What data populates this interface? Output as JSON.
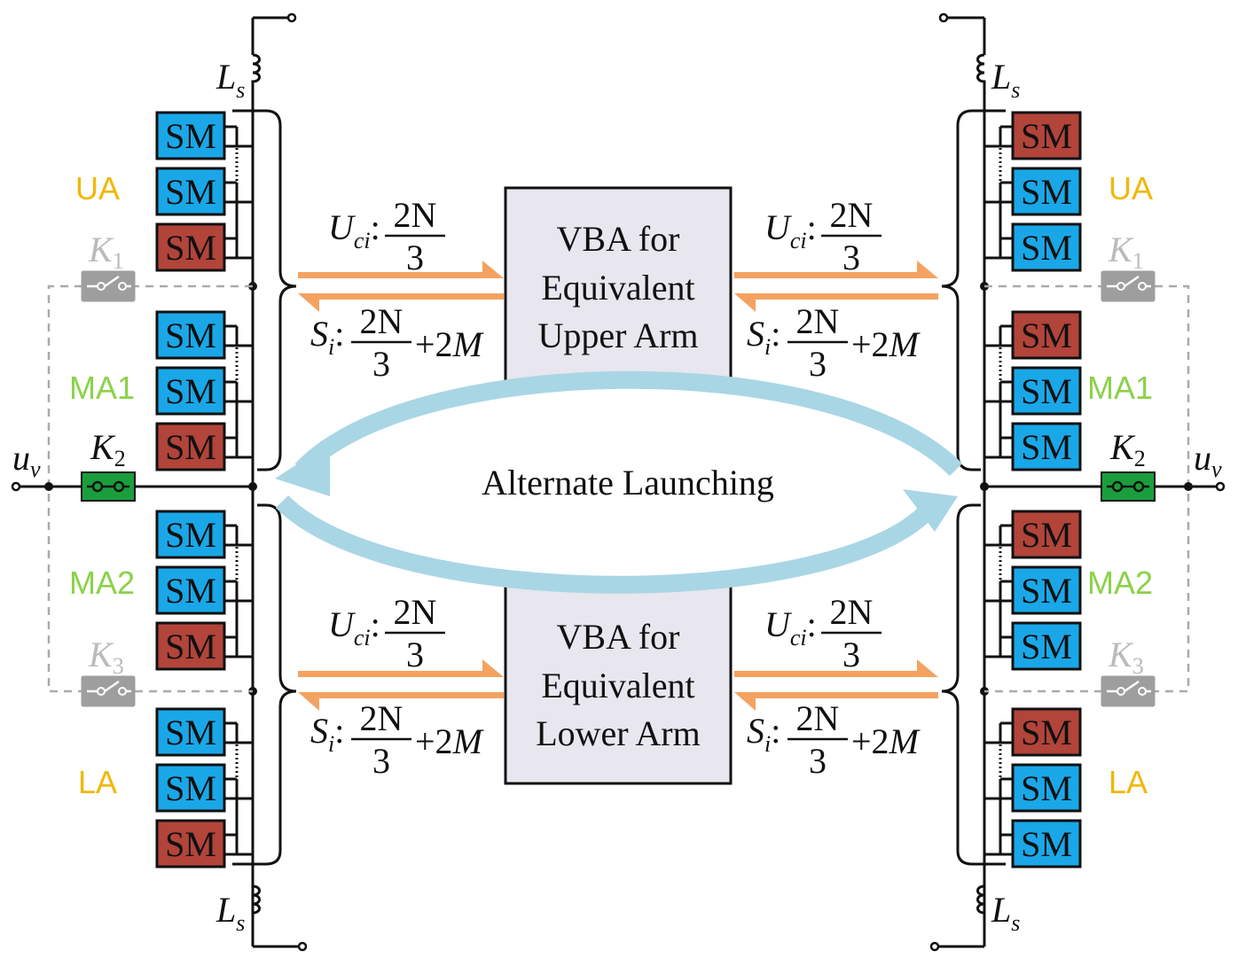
{
  "colors": {
    "sm_blue": "#1aa7e8",
    "sm_red": "#b2443a",
    "arrow_orange": "#f4a261",
    "launch_arrow": "#a9d6e5",
    "label_yellow": "#f2b705",
    "label_green": "#8cd14a",
    "switch_gray": "#9e9e9e",
    "switch_green": "#1a9e3c",
    "vba_fill": "#e8e6ee"
  },
  "sm_label": "SM",
  "arm_labels": {
    "ua": "UA",
    "ma1": "MA1",
    "ma2": "MA2",
    "la": "LA"
  },
  "inductor": {
    "symbol": "L",
    "sub": "s"
  },
  "switches": {
    "k1": {
      "symbol": "K",
      "sub": "1"
    },
    "k2": {
      "symbol": "K",
      "sub": "2"
    },
    "k3": {
      "symbol": "K",
      "sub": "3"
    }
  },
  "output": {
    "symbol": "u",
    "sub": "v"
  },
  "vba_upper": {
    "line1": "VBA for",
    "line2": "Equivalent",
    "line3": "Upper Arm"
  },
  "vba_lower": {
    "line1": "VBA for",
    "line2": "Equivalent",
    "line3": "Lower Arm"
  },
  "formula_u": {
    "symbol": "U",
    "sub": "ci",
    "colon": ":",
    "num": "2N",
    "den": "3"
  },
  "formula_s": {
    "symbol": "S",
    "sub": "i",
    "colon": ":",
    "num": "2N",
    "den": "3",
    "tail": "+2M"
  },
  "launch_label": "Alternate Launching",
  "left_modules": {
    "ua": [
      "blue",
      "blue",
      "red"
    ],
    "ma1": [
      "blue",
      "blue",
      "red"
    ],
    "ma2": [
      "blue",
      "blue",
      "red"
    ],
    "la": [
      "blue",
      "blue",
      "red"
    ]
  },
  "right_modules": {
    "ua": [
      "red",
      "blue",
      "blue"
    ],
    "ma1": [
      "red",
      "blue",
      "blue"
    ],
    "ma2": [
      "red",
      "blue",
      "blue"
    ],
    "la": [
      "red",
      "blue",
      "blue"
    ]
  }
}
